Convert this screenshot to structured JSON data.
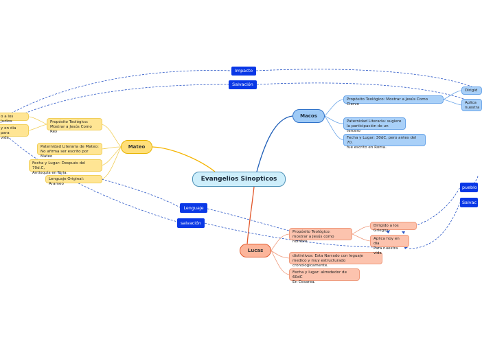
{
  "central": "Evangelios Sinopticos",
  "mateo": {
    "title": "Mateo",
    "items": [
      "Propósito Teológico:\nMostrar a Jesús Como Rey",
      "Paternidad Literaria de Mateo:\nNo afirma ser escrito por Mateo",
      "Fecha y Lugar: Después del 70d.C,\nAntioquía en Siria.",
      "Lenguaje Original: Arameo"
    ],
    "details": [
      "o a los Judios",
      "y en dia para\nvida."
    ]
  },
  "macos": {
    "title": "Macos",
    "items": [
      "Propósito Teológico: Mostrar a Jesús Como Ciervo",
      "Paternidad Literaria: sugiere\n la participación de un tercero",
      "Fecha y Lugar: 30dC, pero antes del 70.\nfue escrito en Roma."
    ],
    "details": [
      "Dirigid",
      "Aplica\nnuestra"
    ]
  },
  "lucas": {
    "title": "Lucas",
    "items": [
      "Propósito Teológico:\nmostrar a Jesús como hombre",
      "distintivos: Esta Narrado con leguaje\nmedico y muy estructurado cronologicamente.",
      "Fecha y lugar: alrrededor de 60dC\nEn Cesarea."
    ],
    "details": [
      "Dirigido a los Griegos",
      "Aplica hoy en dia\nPara nuestra vida"
    ]
  },
  "relations": {
    "impacto": "Impacto",
    "salvacion_top": "Salvación",
    "lenguaje": "Lenguaje",
    "salvacion_low": "salvación",
    "pueblo": "pueblo",
    "salvac_right": "Salvac"
  },
  "colors": {
    "yellow_line": "#f5b400",
    "blue_line": "#1f5fb8",
    "red_line": "#e2572a",
    "dashed": "#2a56c6"
  }
}
